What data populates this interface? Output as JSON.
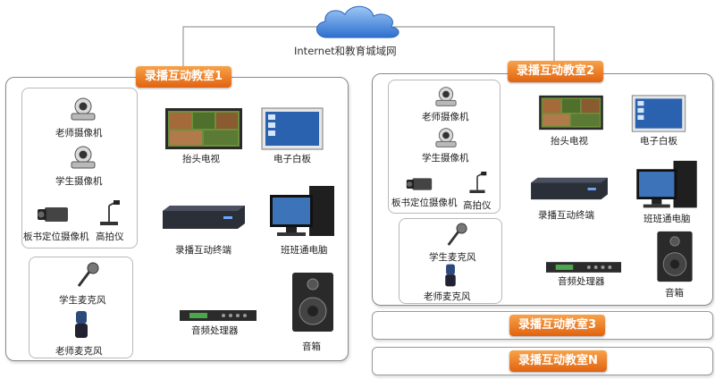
{
  "network_label": "Internet和教育城域网",
  "classrooms": [
    {
      "title": "录播互动教室1",
      "labels": {
        "teacher_camera": "老师摄像机",
        "student_camera": "学生摄像机",
        "board_camera": "板书定位摄像机",
        "visualizer": "高拍仪",
        "tv": "抬头电视",
        "whiteboard": "电子白板",
        "terminal": "录播互动终端",
        "pc": "班班通电脑",
        "student_mic": "学生麦克风",
        "teacher_mic": "老师麦克风",
        "audio_processor": "音频处理器",
        "speaker": "音箱"
      }
    },
    {
      "title": "录播互动教室2",
      "labels": {
        "teacher_camera": "老师摄像机",
        "student_camera": "学生摄像机",
        "board_camera": "板书定位摄像机",
        "visualizer": "高拍仪",
        "tv": "抬头电视",
        "whiteboard": "电子白板",
        "terminal": "录播互动终端",
        "pc": "班班通电脑",
        "student_mic": "学生麦克风",
        "teacher_mic": "老师麦克风",
        "audio_processor": "音频处理器",
        "speaker": "音箱"
      }
    }
  ],
  "more_classrooms": [
    "录播互动教室3",
    "录播互动教室N"
  ],
  "colors": {
    "badge_orange": "#e8721c",
    "cloud_blue": "#3f7fd8",
    "line_gray": "#8c8c8c",
    "arrow_blue": "#5b86b8"
  },
  "icons": [
    "cloud-icon",
    "ptz-camera-icon",
    "box-camera-icon",
    "visualizer-icon",
    "tv-icon",
    "whiteboard-icon",
    "terminal-icon",
    "pc-icon",
    "microphone-icon",
    "audio-processor-icon",
    "speaker-icon"
  ]
}
